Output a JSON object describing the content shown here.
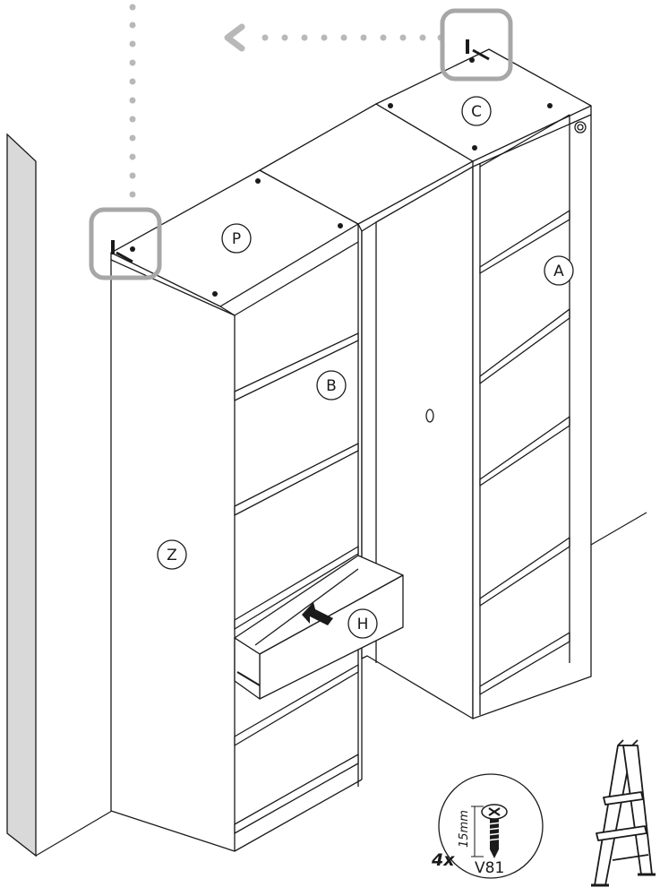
{
  "labels": {
    "top_left_panel": "P",
    "top_right_panel": "C",
    "right_side_panel": "A",
    "middle_shelf": "B",
    "left_side_panel": "Z",
    "drawer": "H"
  },
  "hardware": {
    "quantity": "4x",
    "screw_length": "15mm",
    "part_code": "V81"
  },
  "icons": {
    "highlight": "rounded-square-highlight",
    "direction": "dotted-arrow-left",
    "tool": "stepladder-icon",
    "screw": "screw-icon",
    "push": "push-arrow-icon"
  },
  "colors": {
    "line": "#1a1a1a",
    "highlight": "#a7a7a7",
    "dots": "#b8b8b8",
    "wall": "#d9d9d9"
  }
}
